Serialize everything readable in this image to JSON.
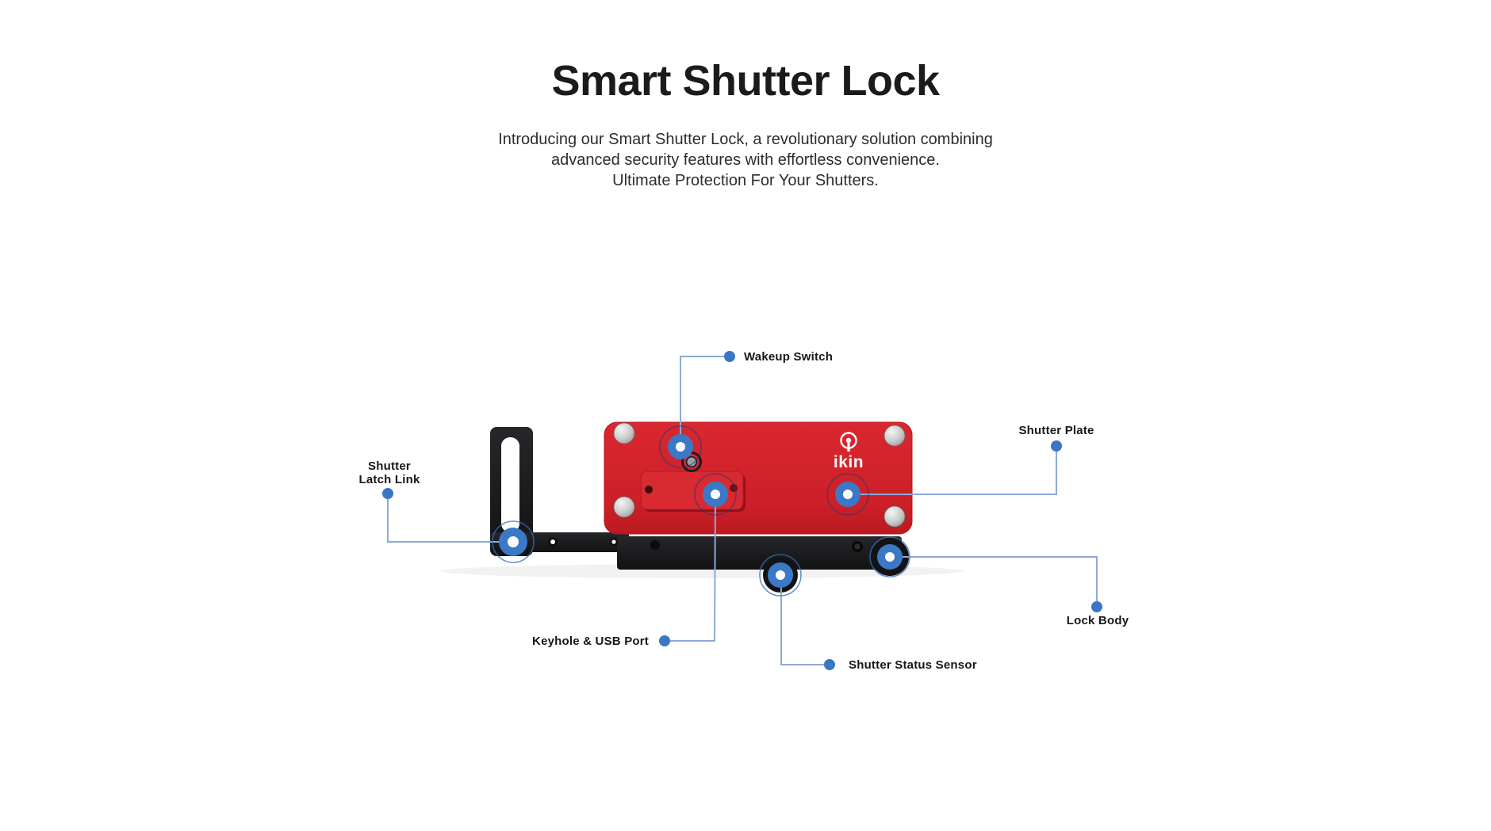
{
  "header": {
    "title": "Smart Shutter Lock",
    "subtitle": [
      "Introducing our Smart Shutter Lock, a revolutionary solution combining",
      "advanced security features with effortless convenience.",
      "Ultimate Protection For Your Shutters."
    ]
  },
  "device": {
    "brand": "ikin"
  },
  "callouts": [
    {
      "id": "wakeup-switch",
      "label": "Wakeup Switch"
    },
    {
      "id": "shutter-plate",
      "label": "Shutter Plate"
    },
    {
      "id": "shutter-latch-link",
      "label": "Shutter Latch Link"
    },
    {
      "id": "keyhole-usb-port",
      "label": "Keyhole & USB Port"
    },
    {
      "id": "shutter-status-sensor",
      "label": "Shutter Status Sensor"
    },
    {
      "id": "lock-body",
      "label": "Lock Body"
    }
  ],
  "colors": {
    "background": "#ffffff",
    "device_red": "#d0212a",
    "device_black": "#1c1d1f",
    "hotspot_blue": "#3b79c7",
    "callout_line": "#8aabd6",
    "callout_dot": "#3b76c4",
    "text_dark": "#1b1b1b"
  }
}
